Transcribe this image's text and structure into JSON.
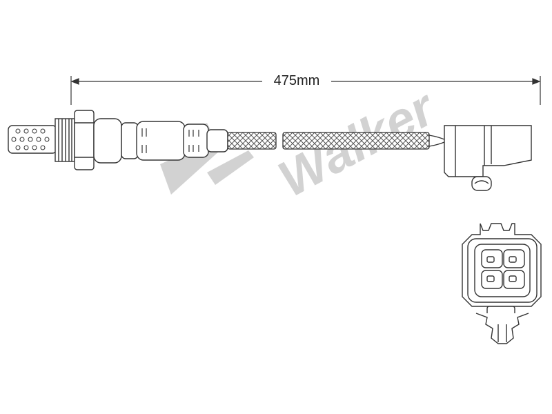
{
  "dimension": {
    "length_label": "475mm"
  },
  "brand": {
    "watermark_text": "Walker",
    "watermark_color": "#c8c8c8"
  },
  "colors": {
    "line": "#333333",
    "fill": "#ffffff",
    "watermark": "#cfcfcf"
  },
  "icons": [
    "oxygen-sensor-icon",
    "connector-face-icon",
    "walker-logo-watermark"
  ]
}
